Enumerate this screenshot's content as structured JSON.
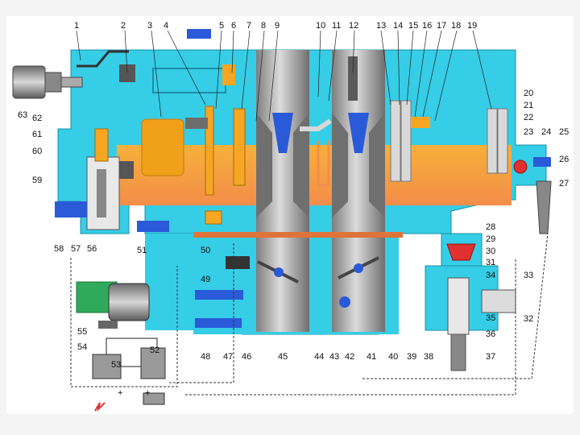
{
  "diagram": {
    "labels": {
      "n1": "1",
      "n2": "2",
      "n3": "3",
      "n4": "4",
      "n5": "5",
      "n6": "6",
      "n7": "7",
      "n8": "8",
      "n9": "9",
      "n10": "10",
      "n11": "11",
      "n12": "12",
      "n13": "13",
      "n14": "14",
      "n15": "15",
      "n16": "16",
      "n17": "17",
      "n18": "18",
      "n19": "19",
      "n20": "20",
      "n21": "21",
      "n22": "22",
      "n23": "23",
      "n24": "24",
      "n25": "25",
      "n26": "26",
      "n27": "27",
      "n28": "28",
      "n29": "29",
      "n30": "30",
      "n31": "31",
      "n32": "32",
      "n33": "33",
      "n34": "34",
      "n35": "35",
      "n36": "36",
      "n37": "37",
      "n38": "38",
      "n39": "39",
      "n40": "40",
      "n41": "41",
      "n42": "42",
      "n43": "43",
      "n44": "44",
      "n45": "45",
      "n46": "46",
      "n47": "47",
      "n48": "48",
      "n49": "49",
      "n50": "50",
      "n51": "51",
      "n52": "52",
      "n53": "53",
      "n54": "54",
      "n55": "55",
      "n56": "56",
      "n57": "57",
      "n58": "58",
      "n59": "59",
      "n60": "60",
      "n61": "61",
      "n62": "62",
      "n63": "63"
    },
    "electric": {
      "plus": "+",
      "plus2": "+"
    },
    "colors": {
      "body": "#36cde6",
      "fuel": "#f6a623",
      "gray": "#8c8c8c",
      "dark": "#555555",
      "throttle": "#e0733a",
      "red": "#e03030",
      "green": "#2faa5a",
      "blue": "#2a5ad8"
    }
  }
}
